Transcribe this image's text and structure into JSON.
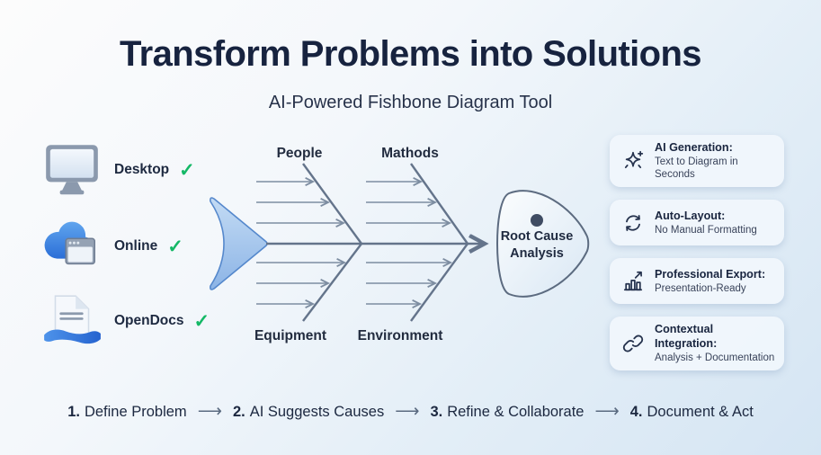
{
  "header": {
    "title": "Transform Problems into Solutions",
    "subtitle": "AI-Powered Fishbone Diagram Tool"
  },
  "platforms": [
    {
      "label": "Desktop",
      "icon": "monitor-icon"
    },
    {
      "label": "Online",
      "icon": "cloud-browser-icon"
    },
    {
      "label": "OpenDocs",
      "icon": "document-wave-icon"
    }
  ],
  "icons": {
    "check": "✓",
    "step_arrow": "⟶"
  },
  "diagram": {
    "branch_labels_top": [
      "People",
      "Mathods"
    ],
    "branch_labels_bottom": [
      "Equipment",
      "Environment"
    ],
    "head_line1": "Root Cause",
    "head_line2": "Analysis"
  },
  "features": [
    {
      "title": "AI Generation:",
      "subtitle": "Text to Diagram in Seconds",
      "icon": "sparkles-icon"
    },
    {
      "title": "Auto-Layout:",
      "subtitle": "No Manual Formatting",
      "icon": "sync-icon"
    },
    {
      "title": "Professional Export:",
      "subtitle": "Presentation-Ready",
      "icon": "chart-export-icon"
    },
    {
      "title": "Contextual Integration:",
      "subtitle": "Analysis + Documentation",
      "icon": "link-icon"
    }
  ],
  "steps": [
    {
      "number": "1.",
      "label": "Define Problem"
    },
    {
      "number": "2.",
      "label": "AI Suggests Causes"
    },
    {
      "number": "3.",
      "label": "Refine & Collaborate"
    },
    {
      "number": "4.",
      "label": "Document & Act"
    }
  ],
  "colors": {
    "title_navy": "#17233f",
    "line_slate": "#64748b",
    "check_green": "#14b866",
    "tail_blue": "#8cb4e6",
    "card_bg": "#f1f6fc"
  }
}
